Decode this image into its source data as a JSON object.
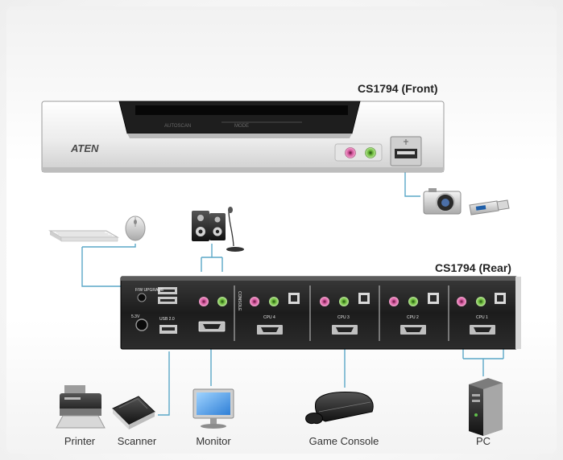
{
  "front_title": "CS1794 (Front)",
  "rear_title": "CS1794 (Rear)",
  "front_panel": {
    "brand": "ATEN",
    "autoscan_label": "AUTOSCAN",
    "mode_label": "MODE"
  },
  "rear_panel": {
    "console_label": "CONSOLE",
    "fw_upgrade_label": "F/W UPGRADE",
    "usb_label": "USB 2.0",
    "power_label": "5.3V",
    "cpu_labels": [
      "CPU 4",
      "CPU 3",
      "CPU 2",
      "CPU 1"
    ]
  },
  "devices": {
    "printer": "Printer",
    "scanner": "Scanner",
    "monitor": "Monitor",
    "game_console": "Game Console",
    "pc": "PC"
  },
  "icons": [
    "keyboard-icon",
    "mouse-icon",
    "speakers-icon",
    "microphone-icon",
    "camera-icon",
    "usb-drive-icon",
    "printer-icon",
    "scanner-icon",
    "monitor-icon",
    "game-console-icon",
    "pc-icon"
  ]
}
